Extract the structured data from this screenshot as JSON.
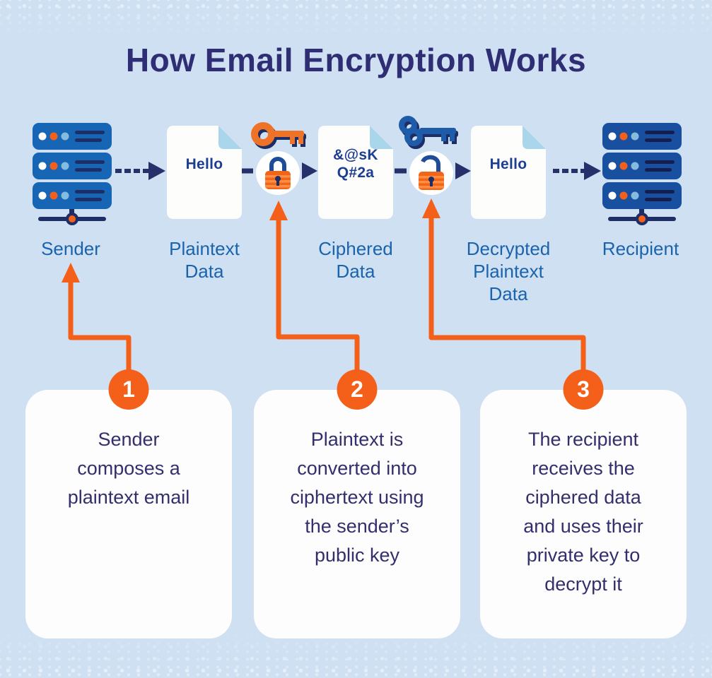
{
  "title": "How Email Encryption Works",
  "flow": {
    "sender": {
      "label": "Sender"
    },
    "plaintext": {
      "label": "Plaintext\nData",
      "doc_text": "Hello"
    },
    "ciphered": {
      "label": "Ciphered\nData",
      "doc_text": "&@sK\nQ#2a"
    },
    "decrypted": {
      "label": "Decrypted\nPlaintext\nData",
      "doc_text": "Hello"
    },
    "recipient": {
      "label": "Recipient"
    }
  },
  "steps": [
    {
      "number": "1",
      "text": "Sender\ncomposes a\nplaintext email"
    },
    {
      "number": "2",
      "text": "Plaintext is\nconverted into\nciphertext using\nthe sender’s\npublic key"
    },
    {
      "number": "3",
      "text": "The recipient\nreceives the\nciphered data\nand uses their\nprivate key to\ndecrypt it"
    }
  ],
  "colors": {
    "background": "#cfe0f2",
    "title": "#2f2d73",
    "navy_arrow": "#27306b",
    "label_blue": "#1a63ad",
    "doc_text_blue": "#1c3f92",
    "orange": "#f4601a",
    "key_orange": "#ee7227",
    "lock_body_orange": "#f26418",
    "lock_stripe": "#ff8e45",
    "lock_shackle_blue": "#1d4c9b",
    "key_blue": "#1e5ba8",
    "card_background": "#fdfdfd",
    "card_text": "#332f6d",
    "server_blue_sender": "#1766b6",
    "server_blue_recipient": "#18509f",
    "fold_light_blue": "#a9d6ea"
  }
}
